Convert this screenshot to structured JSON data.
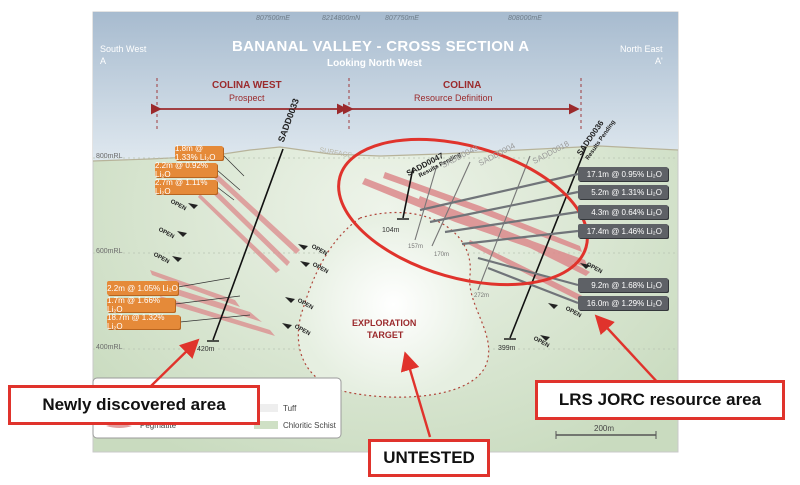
{
  "header": {
    "title": "BANANAL VALLEY - CROSS SECTION A",
    "subtitle": "Looking North West",
    "left_dir": "South West",
    "left_letter": "A",
    "right_dir": "North East",
    "right_letter": "A'",
    "eastings": [
      "807500mE",
      "8214800mN",
      "807750mE",
      "808000mE"
    ]
  },
  "sections": {
    "west_name": "COLINA WEST",
    "west_sub": "Prospect",
    "east_name": "COLINA",
    "east_sub": "Resource Definition"
  },
  "rl_labels": [
    "800mRL",
    "600mRL",
    "400mRL"
  ],
  "drillholes": {
    "sadd0033": "SADD0033",
    "sadd0047": "SADD0047",
    "sadd0047_status": "Results Pending",
    "sadd0043": "SADD0043",
    "sadd0004": "SADD0004",
    "sadd0018": "SADD0018",
    "sadd0036": "SADD0036",
    "sadd0036_status": "Results Pending"
  },
  "depths": [
    "420m",
    "104m",
    "157m",
    "170m",
    "272m",
    "399m"
  ],
  "surface_label": "SURFACE",
  "intercepts_west": [
    "1.8m @ 1.33% Li₂O",
    "2.2m @ 0.92% Li₂O",
    "2.7m @ 1.11% Li₂O",
    "2.2m @ 1.05% Li₂O",
    "1.7m @ 1.66% Li₂O",
    "18.7m @ 1.32% Li₂O"
  ],
  "intercepts_east": [
    "17.1m @ 0.95% Li₂O",
    "5.2m @ 1.31% Li₂O",
    "4.3m @ 0.64% Li₂O",
    "17.4m @ 1.46% Li₂O",
    "9.2m @ 1.68% Li₂O",
    "16.0m @ 1.29% Li₂O"
  ],
  "open_label": "OPEN",
  "exploration_target": [
    "EXPLORATION",
    "TARGET"
  ],
  "legend": {
    "pegmatite": "Pegmatite",
    "tuff": "Tuff",
    "schist": "Chloritic Schist"
  },
  "scale_label": "200m",
  "callouts": {
    "newly": "Newly discovered area",
    "untested": "UNTESTED",
    "lrs": "LRS JORC resource area"
  },
  "colors": {
    "sky_top": "#a9bdd0",
    "ground": "#ccdcc4",
    "section_red": "#9b2a2c",
    "pegmatite": "#dc8a8c",
    "intercept_orange": "#e58a39",
    "intercept_grey": "#5e6166",
    "callout_red": "#e0332c"
  }
}
